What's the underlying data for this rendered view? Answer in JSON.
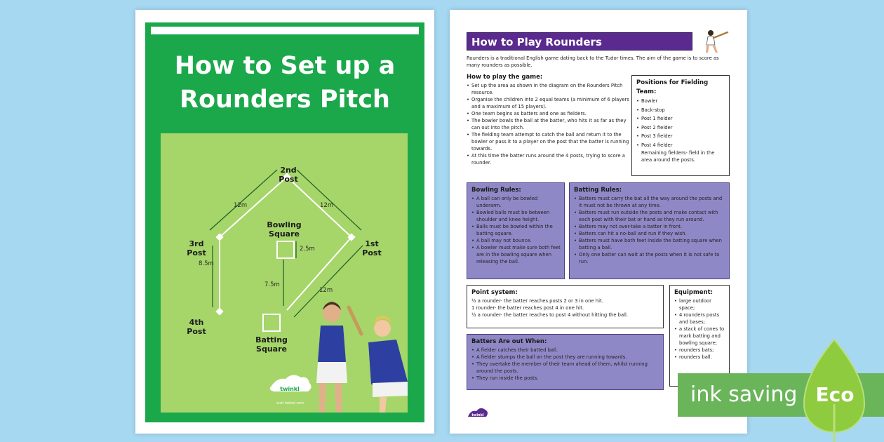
{
  "cover": {
    "title_line1": "How to Set up a",
    "title_line2": "Rounders Pitch"
  },
  "pitch": {
    "post_2": "2nd Post",
    "post_1": "1st Post",
    "post_3": "3rd Post",
    "post_4": "4th Post",
    "bowling_square_line1": "Bowling",
    "bowling_square_line2": "Square",
    "batting_square_line1": "Batting",
    "batting_square_line2": "Square",
    "dim_3_2": "12m",
    "dim_2_1": "12m",
    "dim_1_bat": "12m",
    "dim_3_4": "8.5m",
    "dim_bowl_bat": "7.5m",
    "dim_bowl_square": "2.5m"
  },
  "brand": {
    "logo": "twinkl",
    "url": "visit twinkl.com"
  },
  "guide": {
    "title": "How to Play Rounders",
    "intro": "Rounders is a traditional English game dating back to the Tudor times. The aim of the game is to score as many rounders as possible.",
    "how_to_play": {
      "heading": "How to play the game:",
      "items": [
        "Set up the area as shown in the diagram on the Rounders Pitch resource.",
        "Organise the children into 2 equal teams (a minimum of 6 players and a maximum of 15 players).",
        "One team begins as batters and one as fielders.",
        "The bowler bowls the ball at the batter, who hits it as far as they can out into the pitch.",
        "The fielding team attempt to catch the ball and return it to the bowler or pass it to a player on the post that the batter is running towards.",
        "At this time the batter runs around the 4 posts, trying to score a rounder."
      ]
    },
    "positions": {
      "heading": "Positions for Fielding Team:",
      "items": [
        "Bowler",
        "Back-stop",
        "Post 1 fielder",
        "Post 2 fielder",
        "Post 3 fielder",
        "Post 4 fielder"
      ],
      "note": "Remaining fielders- field in the area around the posts."
    },
    "bowling_rules": {
      "heading": "Bowling Rules:",
      "items": [
        "A ball can only be bowled underarm.",
        "Bowled balls must be between shoulder and knee height.",
        "Balls must be bowled within the batting square.",
        "A ball may not bounce.",
        "A bowler must make sure both feet are in the bowling square when releasing the ball."
      ]
    },
    "batting_rules": {
      "heading": "Batting Rules:",
      "items": [
        "Batters must carry the bat all the way around the posts and it must not be thrown at any time.",
        "Batters must run outside the posts and make contact with each post with their bat or hand as they run around.",
        "Batters may not over-take a batter in front.",
        "Batters can hit a no-ball and run if they wish.",
        "Batters must have both feet inside the batting square when batting a ball.",
        "Only one batter can wait at the posts when it is not safe to run."
      ]
    },
    "points": {
      "heading": "Point system:",
      "lines": [
        "½ a rounder- the batter reaches posts 2 or 3 in one hit.",
        "1 rounder- the batter reaches post 4 in one hit.",
        "½ a rounder- the batter reaches to post 4 without hitting the ball."
      ]
    },
    "equipment": {
      "heading": "Equipment:",
      "items": [
        "large outdoor space;",
        "4 rounders posts and bases;",
        "a stack of cones to mark batting and bowling square;",
        "rounders bats;",
        "rounders ball."
      ]
    },
    "out_when": {
      "heading": "Batters Are out When:",
      "items": [
        "A fielder catches their batted ball.",
        "A fielder stumps the ball on the post they are running towards.",
        "They overtake the member of their team ahead of them, whilst running around the posts.",
        "They run inside the posts."
      ]
    }
  },
  "eco": {
    "label": "ink saving",
    "badge": "Eco",
    "bar_color": "#6ab45a",
    "leaf_color": "#8fcb3e"
  },
  "colors": {
    "background": "#a6d8f2",
    "cover_green": "#1aa84b",
    "field_green": "#a6d56a",
    "title_purple": "#5a2a8e",
    "box_purple": "#8f88c6"
  }
}
